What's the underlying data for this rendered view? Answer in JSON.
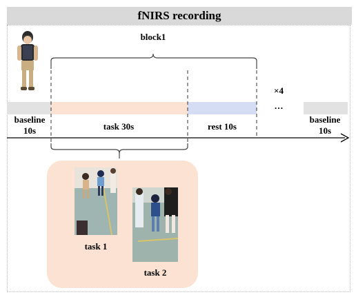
{
  "title": "fNIRS recording",
  "block_label": "block1",
  "repeat_label": "×4",
  "ellipsis": "…",
  "baseline_start_label": "baseline\n10s",
  "task_label": "task 30s",
  "rest_label": "rest 10s",
  "baseline_end_label": "baseline\n10s",
  "task1_label": "task 1",
  "task2_label": "task 2",
  "colors": {
    "header_bg": "#d9d9d9",
    "baseline_band": "#e2e2e2",
    "task_band": "#fbe2d3",
    "rest_band": "#d5ddf5",
    "panel_bg": "#fbe2d3",
    "arrow": "#000000"
  },
  "icons": {
    "child_figure": "child-walking-icon",
    "task1_photo": "children-walking-photo",
    "task2_photo": "adults-and-child-photo"
  }
}
